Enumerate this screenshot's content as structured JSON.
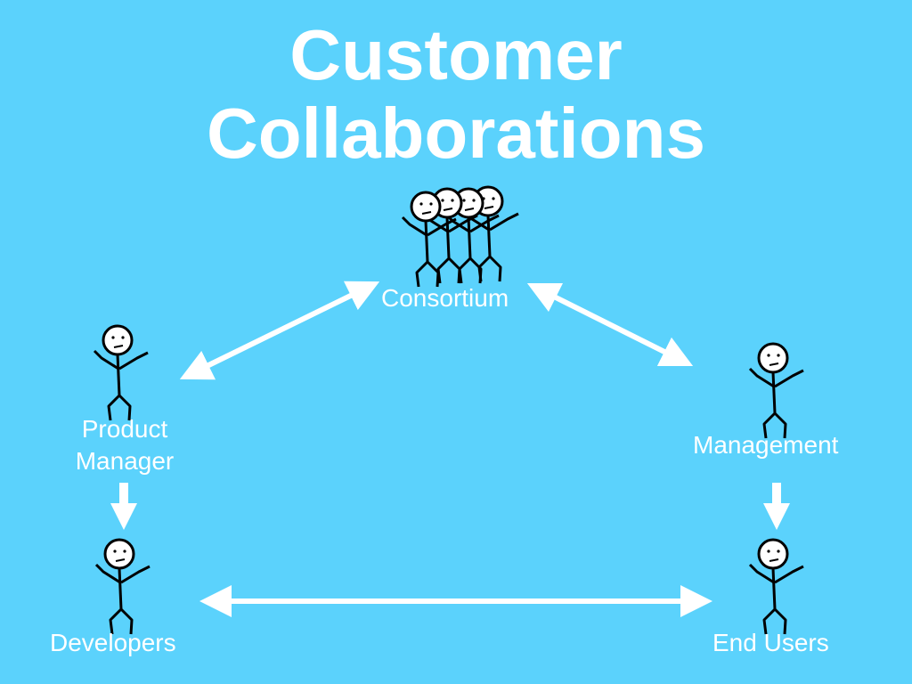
{
  "title": {
    "line1": "Customer",
    "line2": "Collaborations"
  },
  "nodes": {
    "consortium": "Consortium",
    "product_manager_line1": "Product",
    "product_manager_line2": "Manager",
    "management": "Management",
    "developers": "Developers",
    "end_users": "End Users"
  },
  "colors": {
    "background": "#5bd2fc",
    "foreground": "#ffffff",
    "ink": "#000000"
  },
  "icons": {
    "figure": "stick-figure-icon",
    "arrow": "arrow-icon"
  }
}
